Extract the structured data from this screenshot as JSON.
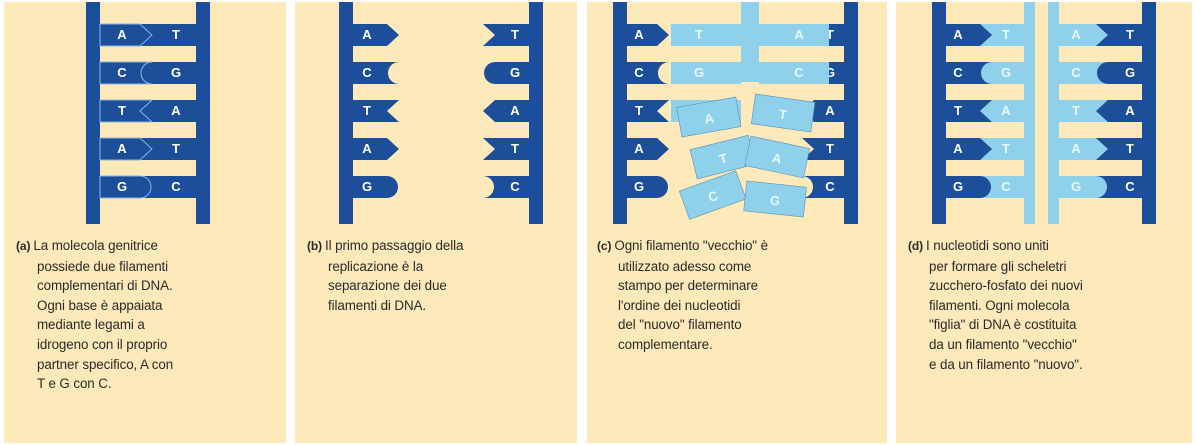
{
  "colors": {
    "panel_bg": "#fde9b9",
    "old_strand": "#1d4e9a",
    "new_strand": "#8fd1ea",
    "rung": "#fde9b9",
    "caption_text": "#2b2b2b"
  },
  "panels": [
    {
      "id": "a",
      "tag": "(a)",
      "caption_lines": [
        "La molecola genitrice",
        "possiede due filamenti",
        "complementari di DNA.",
        "Ogni base è appaiata",
        "mediante legami a",
        "idrogeno con il proprio",
        "partner specifico, A con",
        "T e G con C."
      ],
      "pairs": [
        [
          "A",
          "T"
        ],
        [
          "C",
          "G"
        ],
        [
          "T",
          "A"
        ],
        [
          "A",
          "T"
        ],
        [
          "G",
          "C"
        ]
      ]
    },
    {
      "id": "b",
      "tag": "(b)",
      "caption_lines": [
        "Il primo passaggio della",
        "replicazione è la",
        "separazione dei due",
        "filamenti di DNA."
      ],
      "pairs": [
        [
          "A",
          "T"
        ],
        [
          "C",
          "G"
        ],
        [
          "T",
          "A"
        ],
        [
          "A",
          "T"
        ],
        [
          "G",
          "C"
        ]
      ]
    },
    {
      "id": "c",
      "tag": "(c)",
      "caption_lines": [
        "Ogni filamento \"vecchio\" è",
        "utilizzato adesso come",
        "stampo per determinare",
        "l'ordine dei nucleotidi",
        "del \"nuovo\" filamento",
        "complementare."
      ],
      "left_pairs": [
        [
          "A",
          "T"
        ],
        [
          "C",
          "G"
        ],
        [
          "T",
          "A"
        ],
        [
          "A",
          "T"
        ],
        [
          "G",
          "C"
        ]
      ],
      "right_pairs": [
        [
          "A",
          "T"
        ],
        [
          "C",
          "G"
        ],
        [
          "T",
          "A"
        ],
        [
          "A",
          "T"
        ],
        [
          "G",
          "C"
        ]
      ]
    },
    {
      "id": "d",
      "tag": "(d)",
      "caption_lines": [
        "I nucleotidi sono uniti",
        "per formare gli scheletri",
        "zucchero-fosfato dei nuovi",
        "filamenti. Ogni molecola",
        "\"figlia\" di DNA è costituita",
        "da un filamento \"vecchio\"",
        "e da un filamento \"nuovo\"."
      ],
      "left_pairs": [
        [
          "A",
          "T"
        ],
        [
          "C",
          "G"
        ],
        [
          "T",
          "A"
        ],
        [
          "A",
          "T"
        ],
        [
          "G",
          "C"
        ]
      ],
      "right_pairs": [
        [
          "A",
          "T"
        ],
        [
          "C",
          "G"
        ],
        [
          "T",
          "A"
        ],
        [
          "A",
          "T"
        ],
        [
          "G",
          "C"
        ]
      ]
    }
  ]
}
